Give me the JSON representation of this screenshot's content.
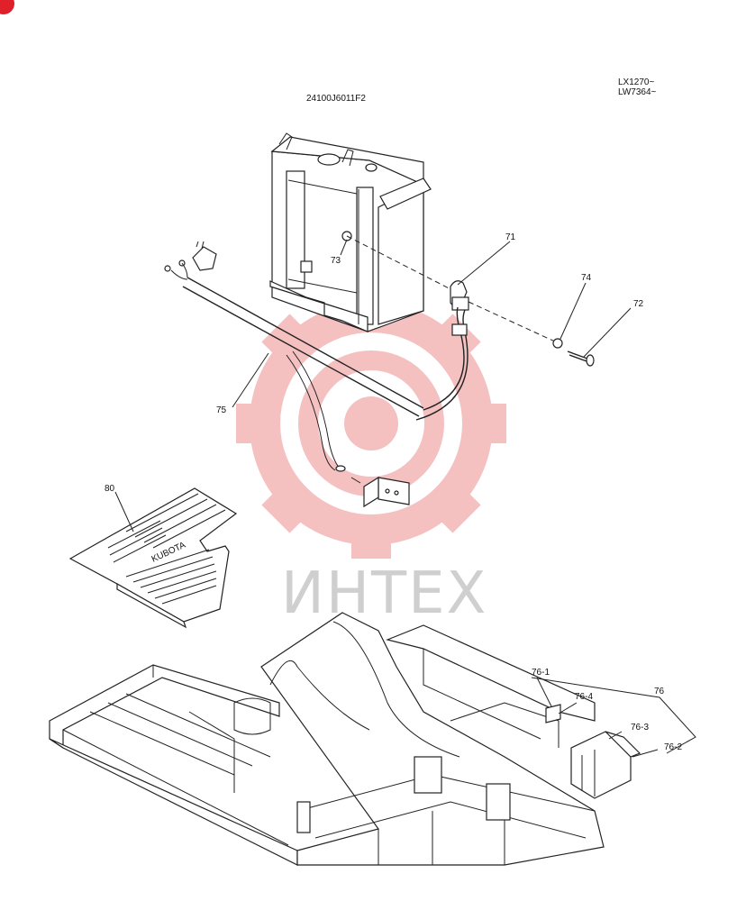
{
  "drawing_number": "24100J6011F2",
  "serial_range": [
    "LX1270~",
    "LW7364~"
  ],
  "watermark": {
    "text": "ИНТЕХ",
    "gear_color": "#f3b6b6",
    "text_color": "#cfcfcf"
  },
  "corner_badge_color": "#e0202a",
  "callouts": {
    "p71": "71",
    "p72": "72",
    "p73": "73",
    "p74": "74",
    "p75": "75",
    "p76": "76",
    "p76_1": "76-1",
    "p76_2": "76-2",
    "p76_3": "76-3",
    "p76_4": "76-4",
    "p80": "80"
  }
}
